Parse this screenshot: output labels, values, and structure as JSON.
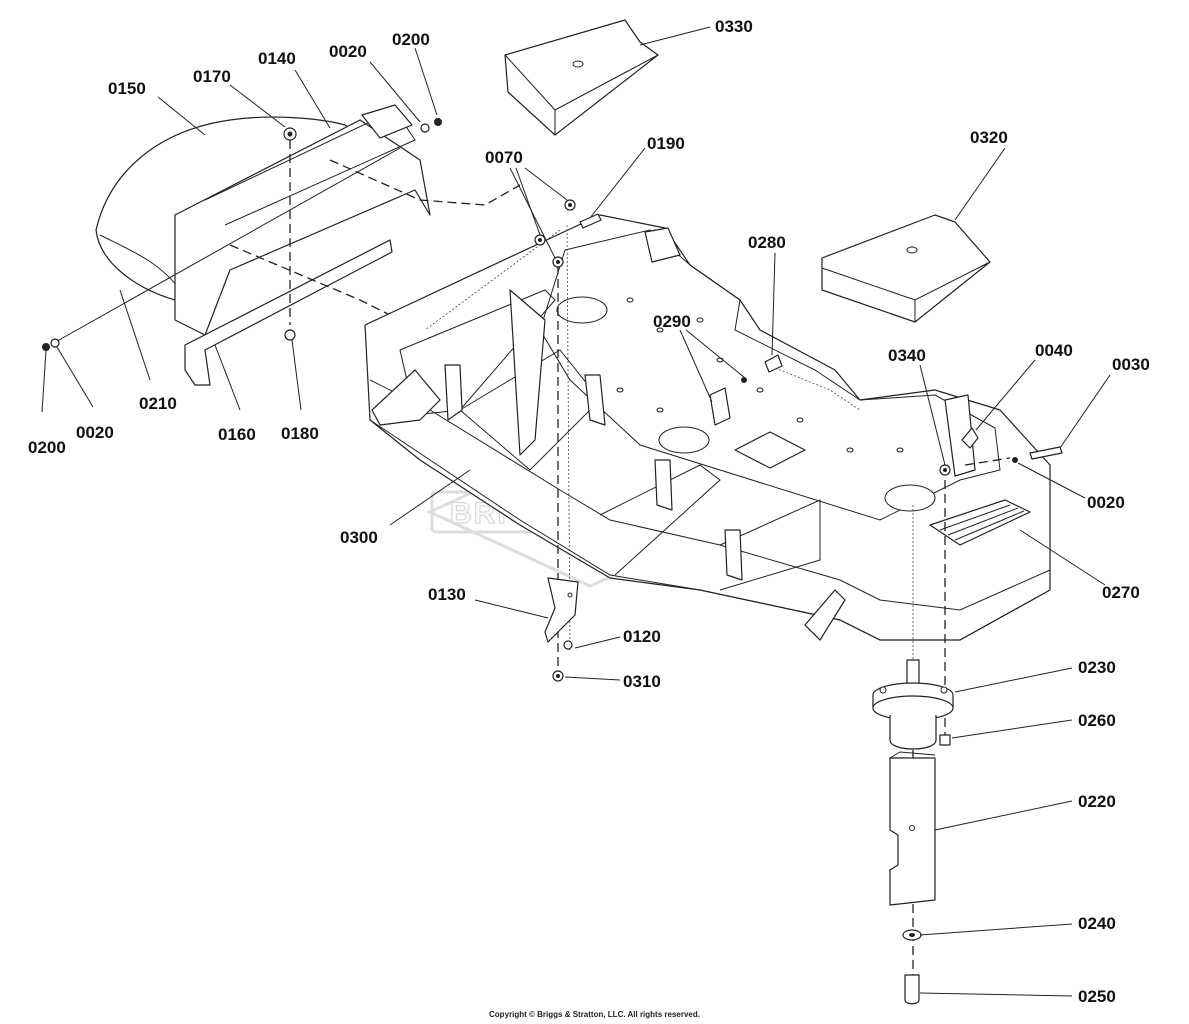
{
  "watermark": "BRIGGS&STRATTON",
  "copyright": "Copyright © Briggs & Stratton, LLC. All rights reserved.",
  "callouts": {
    "c0150": "0150",
    "c0170": "0170",
    "c0140": "0140",
    "c0020_top": "0020",
    "c0200_top": "0200",
    "c0330": "0330",
    "c0070": "0070",
    "c0190": "0190",
    "c0320": "0320",
    "c0280": "0280",
    "c0290": "0290",
    "c0340": "0340",
    "c0040": "0040",
    "c0030": "0030",
    "c0020_right": "0020",
    "c0270": "0270",
    "c0200_left": "0200",
    "c0020_left": "0020",
    "c0210": "0210",
    "c0160": "0160",
    "c0180": "0180",
    "c0300": "0300",
    "c0130": "0130",
    "c0120": "0120",
    "c0310": "0310",
    "c0230": "0230",
    "c0260": "0260",
    "c0220": "0220",
    "c0240": "0240",
    "c0250": "0250"
  }
}
